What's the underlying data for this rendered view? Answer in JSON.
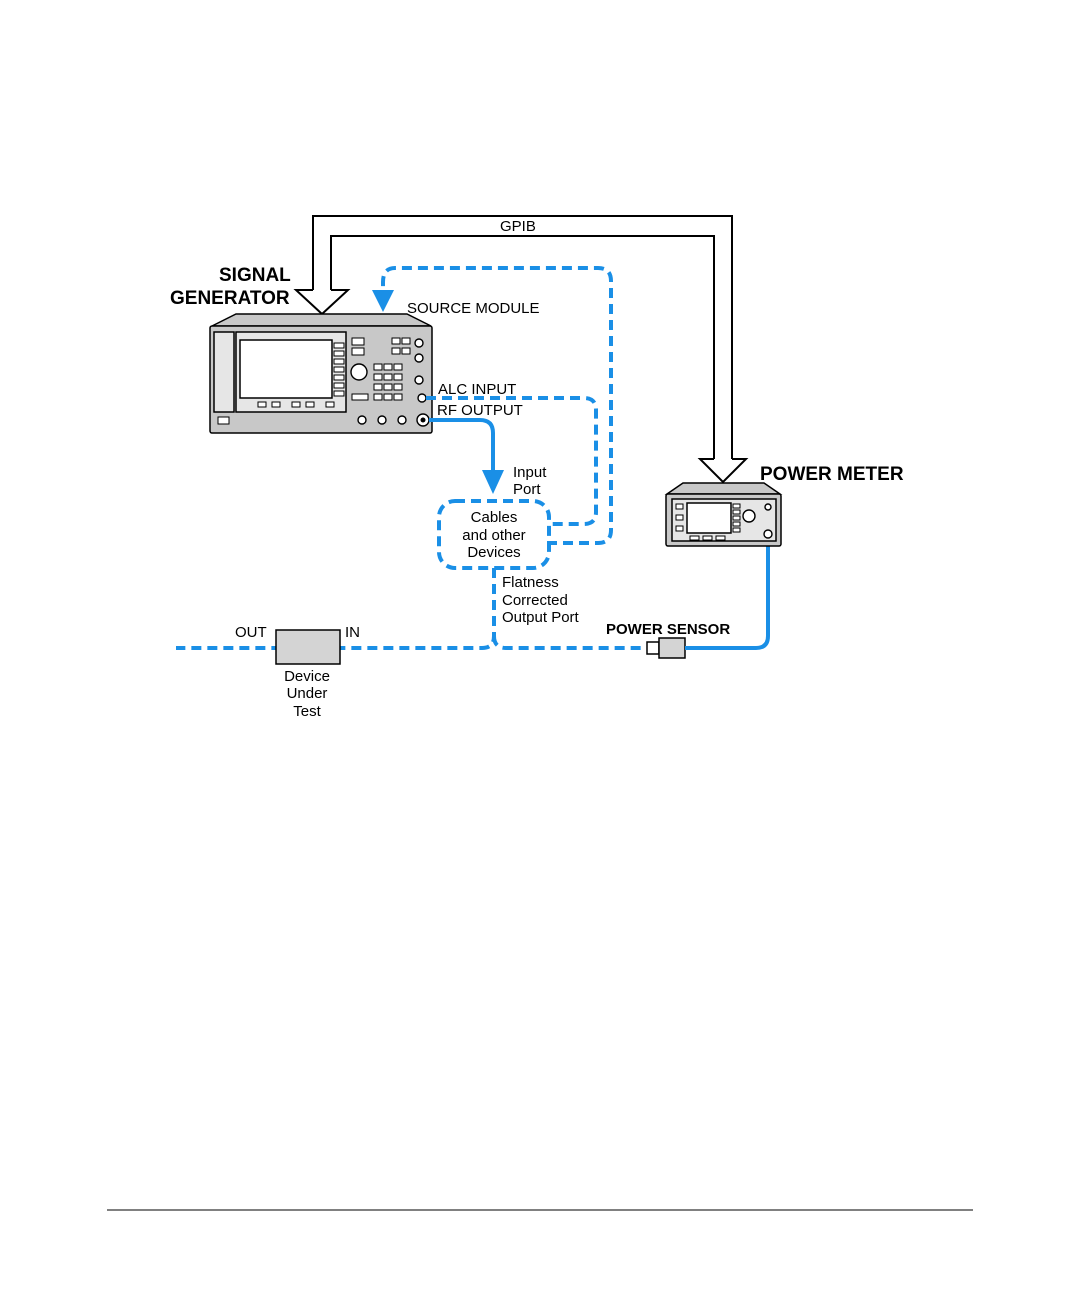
{
  "labels": {
    "gpib": "GPIB",
    "signal_generator_line1": "SIGNAL",
    "signal_generator_line2": "GENERATOR",
    "source_module": "SOURCE MODULE",
    "alc_input": "ALC INPUT",
    "rf_output": "RF OUTPUT",
    "input_port_line1": "Input",
    "input_port_line2": "Port",
    "cables_line1": "Cables",
    "cables_line2": "and other",
    "cables_line3": "Devices",
    "flatness_line1": "Flatness",
    "flatness_line2": "Corrected",
    "flatness_line3": "Output Port",
    "power_meter": "POWER METER",
    "power_sensor": "POWER SENSOR",
    "out": "OUT",
    "in": "IN",
    "dut_line1": "Device",
    "dut_line2": "Under",
    "dut_line3": "Test"
  },
  "colors": {
    "cable": "#1a8fe6",
    "instrument_body": "#c8c8c8",
    "line": "#000000"
  },
  "icons": {
    "signal_generator": "signal-generator-instrument",
    "power_meter": "power-meter-instrument",
    "power_sensor": "power-sensor-probe",
    "device_under_test": "device-box"
  }
}
